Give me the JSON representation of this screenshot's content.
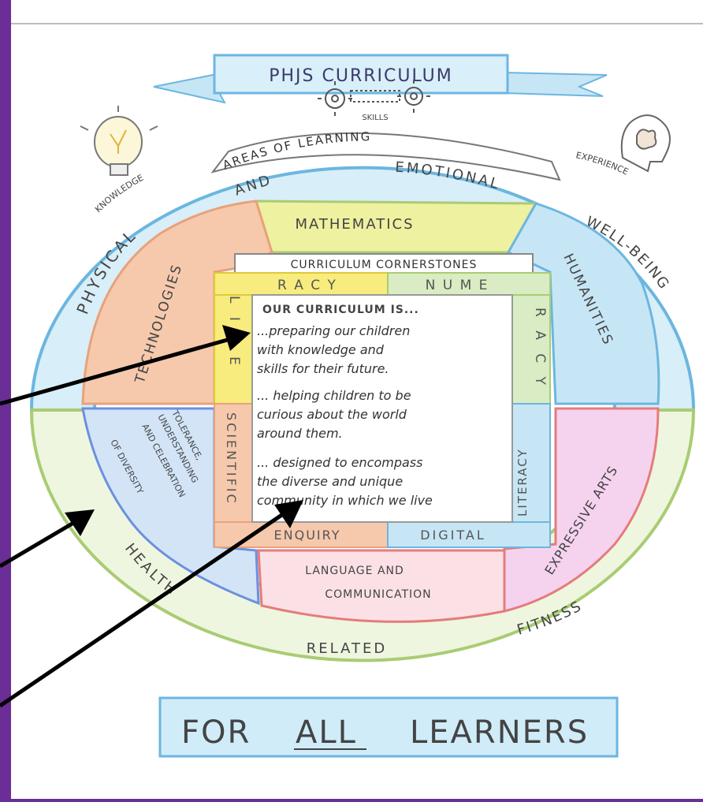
{
  "banner": {
    "title": "PHJS  CURRICULUM"
  },
  "top": {
    "skills": "SKILLS",
    "areas_of_learning": "AREAS   OF   LEARNING",
    "knowledge": "KNOWLEDGE",
    "experience": "EXPERIENCE"
  },
  "outer_ring": {
    "physical": "PHYSICAL",
    "and": "AND",
    "emotional": "EMOTIONAL",
    "well_being": "WELL-BEING",
    "health": "HEALTH",
    "related": "RELATED",
    "fitness": "FITNESS"
  },
  "segments": {
    "mathematics": "MATHEMATICS",
    "technologies": "TECHNOLOGIES",
    "humanities": "HUMANITIES",
    "diversity_line1": "TOLERANCE,",
    "diversity_line2": "UNDERSTANDING",
    "diversity_line3": "AND CELEBRATION",
    "diversity_line4": "OF DIVERSITY",
    "expressive_arts": "EXPRESSIVE ARTS",
    "language_line1": "LANGUAGE   AND",
    "language_line2": "COMMUNICATION"
  },
  "cornerstones": {
    "title": "CURRICULUM   CORNERSTONES",
    "racy_top": "R  A  C  Y",
    "nume": "N  U  M  E",
    "lite": "L I T E",
    "racy_right": "R A C Y",
    "scientific": "SCIENTIFIC",
    "enquiry": "ENQUIRY",
    "digital": "DIGITAL",
    "literacy": "LITERACY"
  },
  "center": {
    "heading": "OUR CURRICULUM IS...",
    "line1": "...preparing our children",
    "line2": "with knowledge and",
    "line3": "skills  for  their future.",
    "line4": "... helping children to be",
    "line5": "curious about the world",
    "line6": "around them.",
    "line7": "... designed to encompass",
    "line8": "the diverse and unique",
    "line9": "community in which we live"
  },
  "footer": {
    "part1": "FOR",
    "part2": "ALL",
    "part3": "LEARNERS"
  },
  "colors": {
    "frame": "#6b2d96",
    "blue": "#6cb6e0",
    "green": "#a9cc73",
    "yellow": "#ede67a",
    "orange": "#e8a27a",
    "red": "#e47c7c",
    "pink": "#eab2df"
  }
}
